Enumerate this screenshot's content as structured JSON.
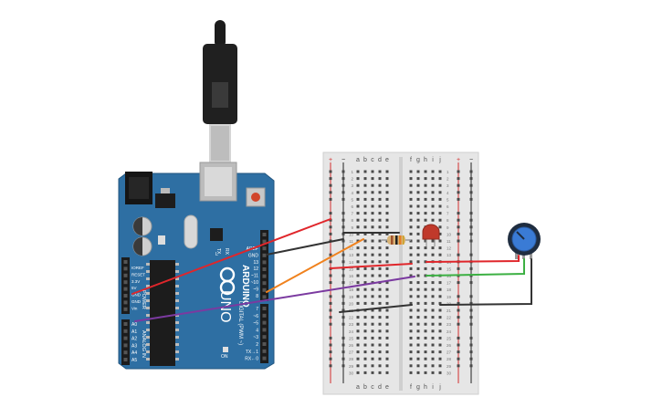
{
  "arduino": {
    "brand": "ARDUINO",
    "model": "UNO",
    "digital_label": "DIGITAL (PWM ~)",
    "power_label": "POWER",
    "analog_label": "ANALOG IN",
    "on_label": "ON",
    "tx_label": "TX",
    "rx_label": "RX",
    "l_label": "L",
    "top_header_labels": [
      "AREF",
      "GND",
      "13",
      "12",
      "~11",
      "~10",
      "~9",
      "8"
    ],
    "bottom_header_labels": [
      "7",
      "~6",
      "~5",
      "4",
      "~3",
      "2",
      "TX→1",
      "RX←0"
    ],
    "power_pins": [
      "IOREF",
      "RESET",
      "3.3V",
      "5V",
      "GND",
      "GND",
      "Vin"
    ],
    "analog_pins": [
      "A0",
      "A1",
      "A2",
      "A3",
      "A4",
      "A5"
    ]
  },
  "breadboard": {
    "columns_left": [
      "a",
      "b",
      "c",
      "d",
      "e"
    ],
    "columns_right": [
      "f",
      "g",
      "h",
      "i",
      "j"
    ],
    "rail_plus": "+",
    "rail_minus": "−",
    "row_count": 30
  },
  "components": {
    "resistor": "resistor",
    "led": "led",
    "potentiometer": "potentiometer"
  },
  "colors": {
    "board": "#2e6fa3",
    "wire_red": "#e0262b",
    "wire_black": "#333333",
    "wire_orange": "#f0821e",
    "wire_purple": "#7b3aa0",
    "wire_green": "#3cb043",
    "led": "#c0392b",
    "pot_knob": "#3a7bd5"
  }
}
